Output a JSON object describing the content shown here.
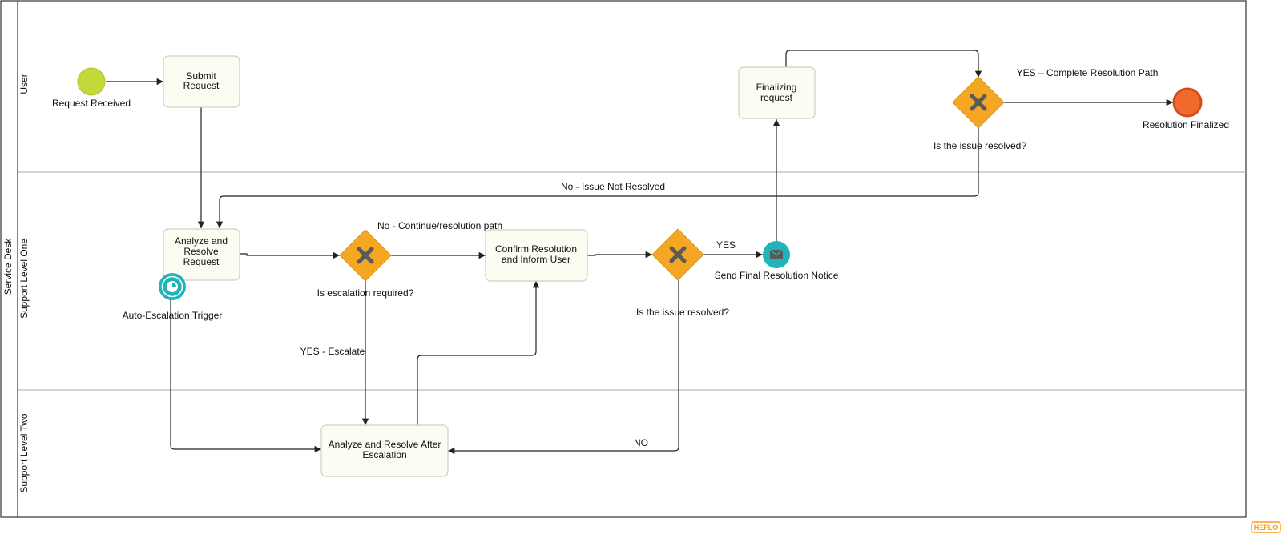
{
  "pool": {
    "label": "Service Desk"
  },
  "lanes": {
    "user": "User",
    "level_one": "Support Level One",
    "level_two": "Support Level Two"
  },
  "events": {
    "start": "Request Received",
    "timer": "Auto-Escalation Trigger",
    "message": "Send Final Resolution Notice",
    "end": "Resolution Finalized"
  },
  "tasks": {
    "submit": [
      "Submit",
      "Request"
    ],
    "analyze": [
      "Analyze and",
      "Resolve",
      "Request"
    ],
    "confirm": [
      "Confirm Resolution",
      "and Inform User"
    ],
    "escalation": [
      "Analyze and Resolve After",
      "Escalation"
    ],
    "finalizing": [
      "Finalizing",
      "request"
    ]
  },
  "gateways": {
    "escalation_required": "Is escalation required?",
    "resolved_1": "Is the issue resolved?",
    "resolved_2": "Is the issue resolved?"
  },
  "flow_labels": {
    "no_continue": "No - Continue/resolution path",
    "yes_escalate": "YES - Escalate",
    "yes": "YES",
    "no": "NO",
    "no_not_resolved": "No - Issue Not Resolved",
    "yes_complete": "YES – Complete Resolution Path"
  },
  "watermark": "HEFLO",
  "colors": {
    "start_event": "#c5d83a",
    "end_event": "#f06a2e",
    "intermediate_event": "#1fb5b8",
    "gateway": "#f5a623",
    "watermark": "#f0a020"
  }
}
